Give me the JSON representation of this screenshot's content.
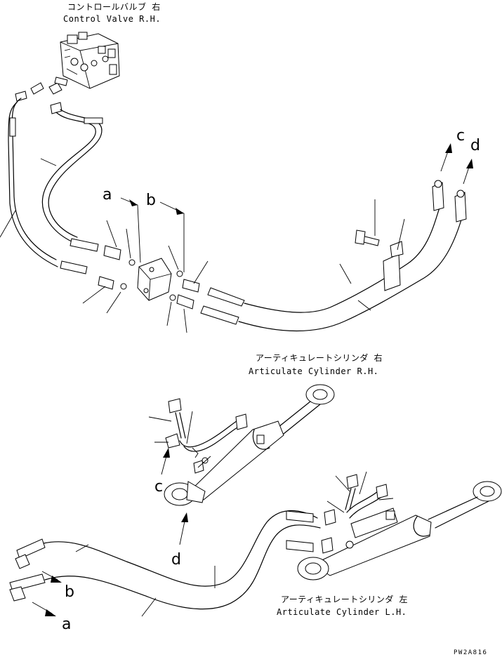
{
  "labels": {
    "control_valve_jp": "コントロールバルブ 右",
    "control_valve_en": "Control Valve R.H.",
    "cyl_rh_jp": "アーティキュレートシリンダ 右",
    "cyl_rh_en": "Articulate Cylinder R.H.",
    "cyl_lh_jp": "アーティキュレートシリンダ 左",
    "cyl_lh_en": "Articulate Cylinder L.H."
  },
  "callouts": {
    "a_top": "a",
    "b_top": "b",
    "c_top": "c",
    "d_top": "d",
    "c_mid": "c",
    "d_mid": "d",
    "b_bottom": "b",
    "a_bottom": "a"
  },
  "drawing_code": "PW2A816"
}
